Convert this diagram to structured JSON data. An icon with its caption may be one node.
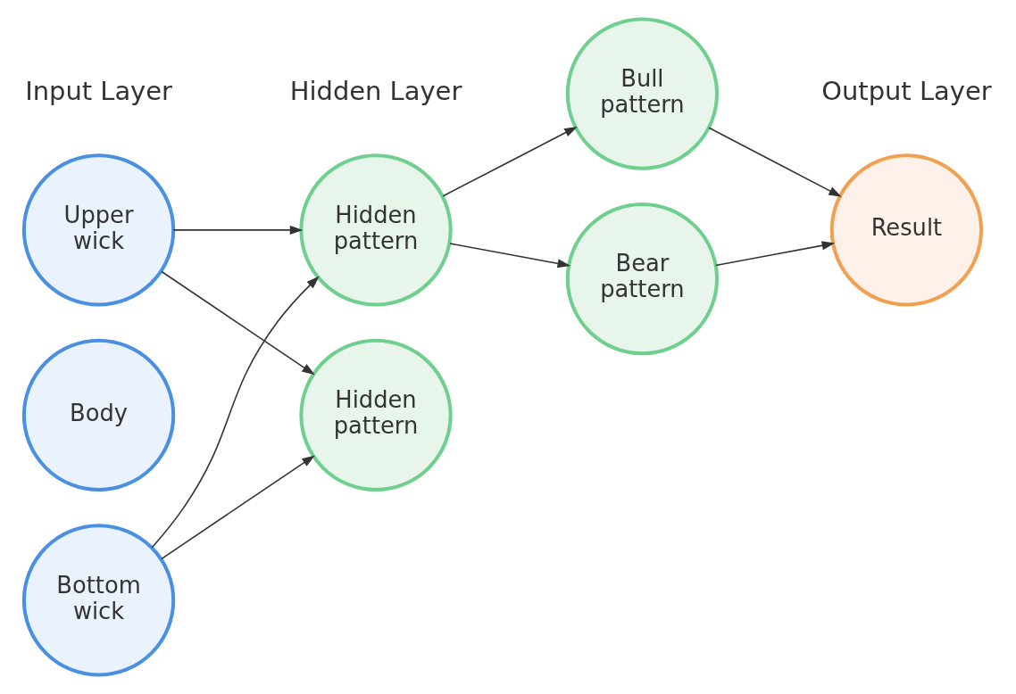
{
  "diagram": {
    "nodes": [
      {
        "text": [
          "Upper wick"
        ]
      },
      {
        "text": [
          "Body"
        ]
      },
      {
        "text": [
          "Bottom wick"
        ]
      },
      {
        "text": [
          "Hidden pattern"
        ]
      },
      {
        "text": [
          "Hidden pattern"
        ]
      },
      {
        "text": [
          "Bull pattern"
        ]
      },
      {
        "text": [
          "Bear pattern"
        ]
      },
      {
        "text": [
          "Result"
        ]
      }
    ],
    "edges": [
      {
        "from": 0,
        "to": 3,
        "arrow": "to"
      },
      {
        "from": 0,
        "to": 4,
        "arrow": "to"
      },
      {
        "from": 2,
        "to": 3,
        "arrow": "to"
      },
      {
        "from": 2,
        "to": 4,
        "arrow": "to"
      },
      {
        "from": 3,
        "to": 5,
        "arrow": "to"
      },
      {
        "from": 3,
        "to": 6,
        "arrow": "to"
      },
      {
        "from": 5,
        "to": 7,
        "arrow": "to"
      },
      {
        "from": 6,
        "to": 7,
        "arrow": "to"
      }
    ],
    "labels": [
      "Input Layer",
      "Hidden Layer",
      "Output Layer"
    ]
  }
}
